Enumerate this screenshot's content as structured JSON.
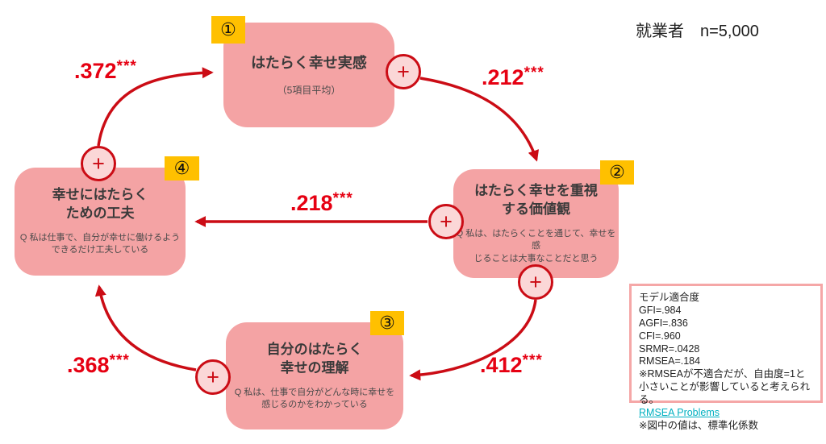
{
  "header": {
    "sample_label": "就業者　n=5,000"
  },
  "nodes": [
    {
      "badge": "①",
      "title": "はたらく幸せ実感",
      "subtitle": "（5項目平均）"
    },
    {
      "badge": "②",
      "title": "はたらく幸せを重視\nする価値観",
      "question": "Q 私は、はたらくことを通じて、幸せを感\nじることは大事なことだと思う"
    },
    {
      "badge": "③",
      "title": "自分のはたらく\n幸せの理解",
      "question": "Q 私は、仕事で自分がどんな時に幸せを\n感じるのかをわかっている"
    },
    {
      "badge": "④",
      "title": "幸せにはたらく\nための工夫",
      "question": "Q 私は仕事で、自分が幸せに働けるよう\nできるだけ工夫している"
    }
  ],
  "edges": [
    {
      "from": "④",
      "to": "①",
      "coefficient": ".372",
      "stars": "***",
      "sign": "+"
    },
    {
      "from": "①",
      "to": "②",
      "coefficient": ".212",
      "stars": "***",
      "sign": "+"
    },
    {
      "from": "②",
      "to": "④",
      "coefficient": ".218",
      "stars": "***",
      "sign": "+"
    },
    {
      "from": "②",
      "to": "③",
      "coefficient": ".412",
      "stars": "***",
      "sign": "+"
    },
    {
      "from": "③",
      "to": "④",
      "coefficient": ".368",
      "stars": "***",
      "sign": "+"
    }
  ],
  "fit_panel": {
    "title": "モデル適合度",
    "stats": [
      "GFI=.984",
      "AGFI=.836",
      "CFI=.960",
      "SRMR=.0428",
      "RMSEA=.184"
    ],
    "note_rmsea": "※RMSEAが不適合だが、自由度=1と小さいことが影響していると考えられる。",
    "link_label": "RMSEA Problems",
    "note_values": "※図中の値は、標準化係数"
  },
  "colors": {
    "node_fill": "#F4A3A4",
    "badge_fill": "#FFC000",
    "arrow": "#CB0C15",
    "coefficient_text": "#E60012",
    "link": "#00B0C0",
    "panel_border": "#F5A7A7"
  }
}
